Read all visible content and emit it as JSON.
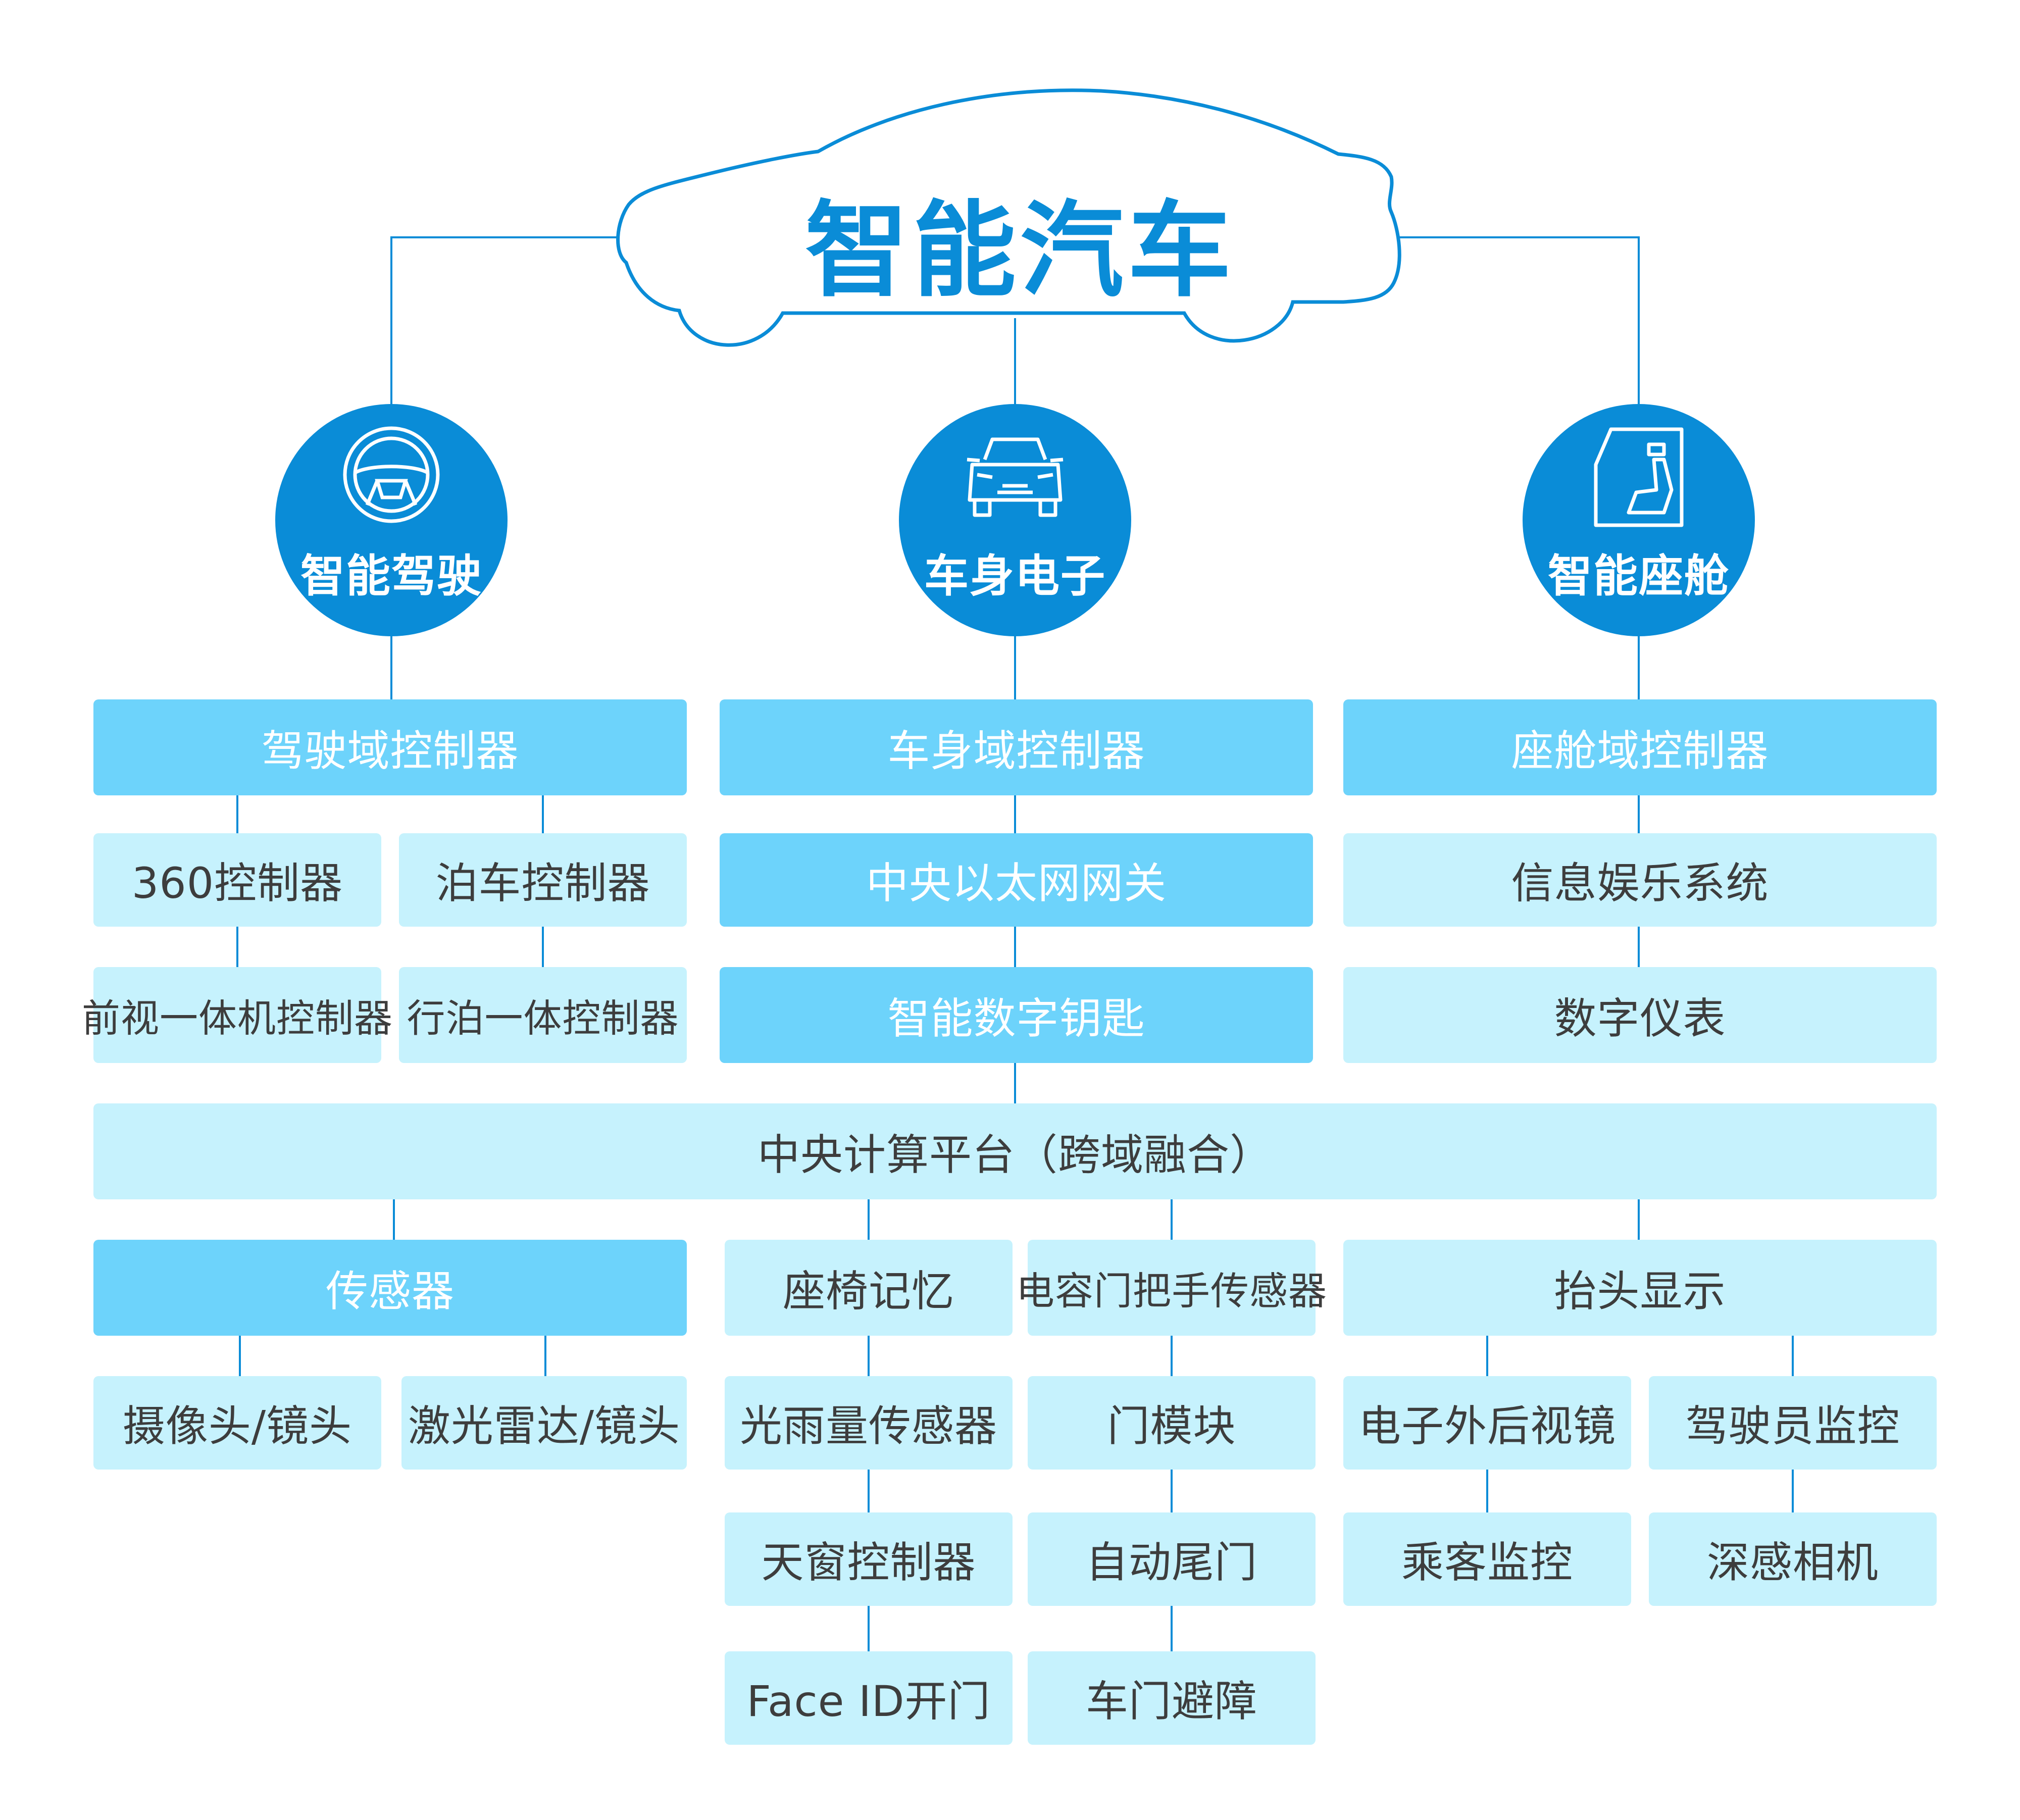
{
  "title": "智能汽车",
  "colors": {
    "primary": "#0a8cd7",
    "dark_box": "#6dd3fb",
    "light_box": "#c6f2fd",
    "line": "#0a8cd7",
    "text": "#3d3d3d"
  },
  "domains": {
    "driving": {
      "label": "智能驾驶",
      "icon": "steering-wheel-icon"
    },
    "body": {
      "label": "车身电子",
      "icon": "car-front-icon"
    },
    "cockpit": {
      "label": "智能座舱",
      "icon": "car-seat-icon"
    }
  },
  "driving": {
    "controller": "驾驶域控制器",
    "items": [
      "360控制器",
      "泊车控制器",
      "前视一体机控制器",
      "行泊一体控制器"
    ],
    "sensor": "传感器",
    "sensor_items": [
      "摄像头/镜头",
      "激光雷达/镜头"
    ]
  },
  "body": {
    "controller": "车身域控制器",
    "gateway": "中央以太网网关",
    "digital_key": "智能数字钥匙",
    "left_items": [
      "座椅记忆",
      "光雨量传感器",
      "天窗控制器",
      "Face ID开门"
    ],
    "right_items": [
      "电容门把手传感器",
      "门模块",
      "自动尾门",
      "车门避障"
    ]
  },
  "cockpit": {
    "controller": "座舱域控制器",
    "items": [
      "信息娱乐系统",
      "数字仪表"
    ],
    "hud": "抬头显示",
    "hud_items": [
      "电子外后视镜",
      "驾驶员监控",
      "乘客监控",
      "深感相机"
    ]
  },
  "central": "中央计算平台（跨域融合）"
}
